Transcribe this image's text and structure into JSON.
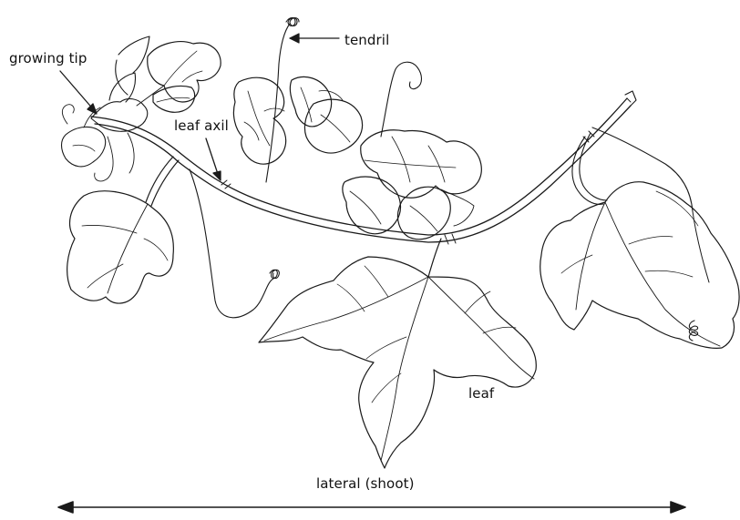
{
  "labels": {
    "growing_tip": "growing tip",
    "tendril": "tendril",
    "leaf_axil": "leaf axil",
    "leaf": "leaf",
    "lateral": "lateral (shoot)"
  },
  "colors": {
    "ink": "#111111",
    "background": "#ffffff"
  }
}
